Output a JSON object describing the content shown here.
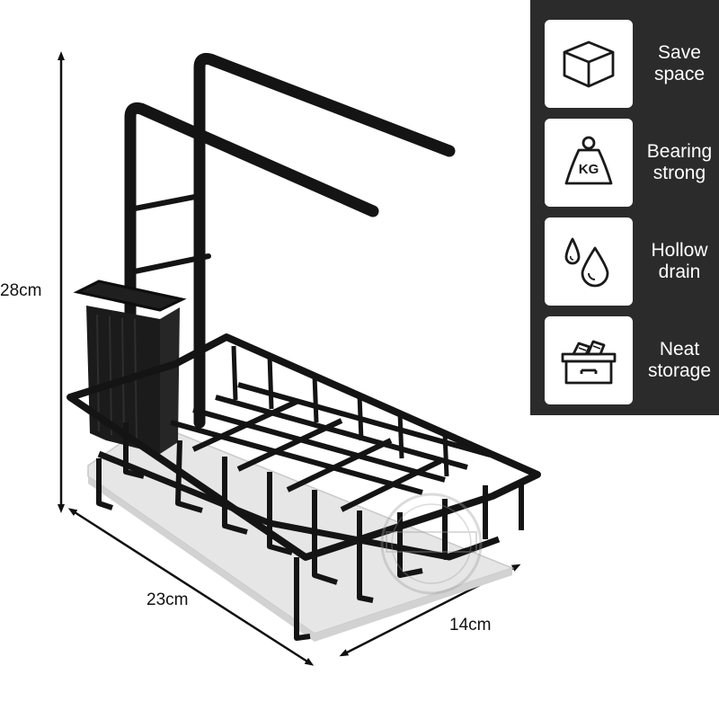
{
  "dimensions": {
    "height": "28cm",
    "width": "23cm",
    "depth": "14cm"
  },
  "features": [
    {
      "icon": "box-icon",
      "label": "Save\nspace"
    },
    {
      "icon": "weight-kg-icon",
      "label": "Bearing\nstrong",
      "icon_text": "KG"
    },
    {
      "icon": "water-drops-icon",
      "label": "Hollow\ndrain"
    },
    {
      "icon": "storage-box-icon",
      "label": "Neat\nstorage"
    }
  ],
  "colors": {
    "panel": "#2b2b2b",
    "rack": "#141414",
    "tray": "#e9e9e9"
  }
}
